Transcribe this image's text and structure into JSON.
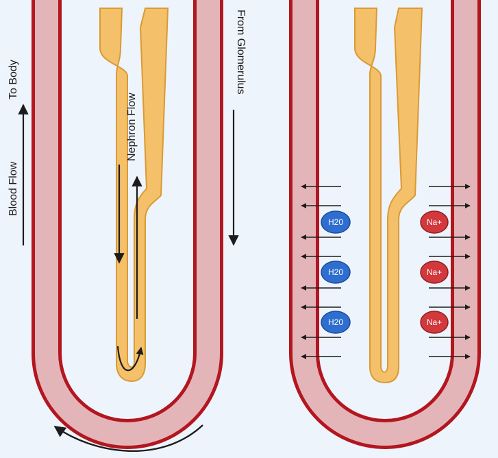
{
  "labels": {
    "to_body": "To Body",
    "blood_flow": "Blood Flow",
    "nephron_flow": "Nephron Flow",
    "from_glomerulus": "From Glomerulus"
  },
  "badges": {
    "water": [
      "H20",
      "H20",
      "H20"
    ],
    "sodium": [
      "Na+",
      "Na+",
      "Na+"
    ]
  },
  "colors": {
    "background": "#eef4fb",
    "vessel_wall": "#b3161f",
    "vessel_lumen": "#e4b5b8",
    "nephron_fill": "#f4c06a",
    "nephron_outline": "#d99a36",
    "water_badge": "#2f6ed1",
    "sodium_badge": "#d2383c",
    "arrow": "#1c1c1c"
  }
}
